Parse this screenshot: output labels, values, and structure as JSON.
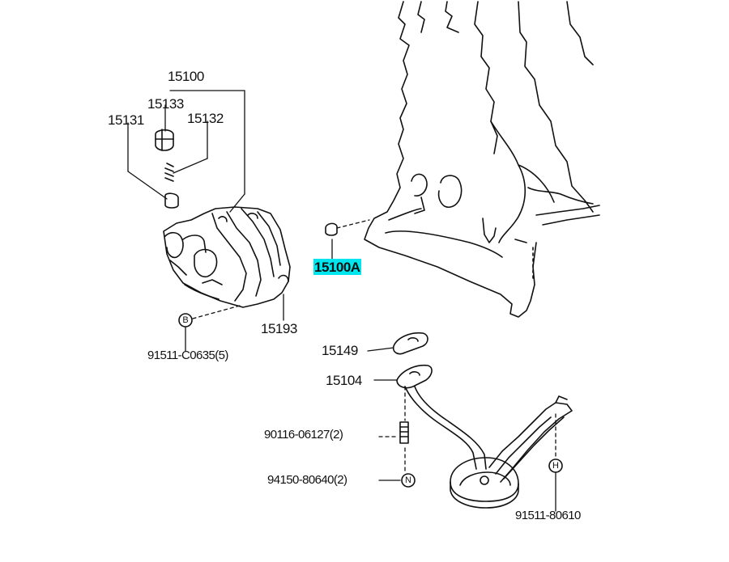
{
  "diagram": {
    "parts": {
      "p15100": "15100",
      "p15133": "15133",
      "p15131": "15131",
      "p15132": "15132",
      "p15100A": "15100A",
      "p15193": "15193",
      "p91511_C0635": "91511-C0635(5)",
      "p15149": "15149",
      "p15104": "15104",
      "p90116": "90116-06127(2)",
      "p94150": "94150-80640(2)",
      "p91511_80610": "91511-80610"
    },
    "callouts": {
      "b": "B",
      "n": "N",
      "h": "H"
    },
    "highlight_color": "#00e5ee"
  }
}
